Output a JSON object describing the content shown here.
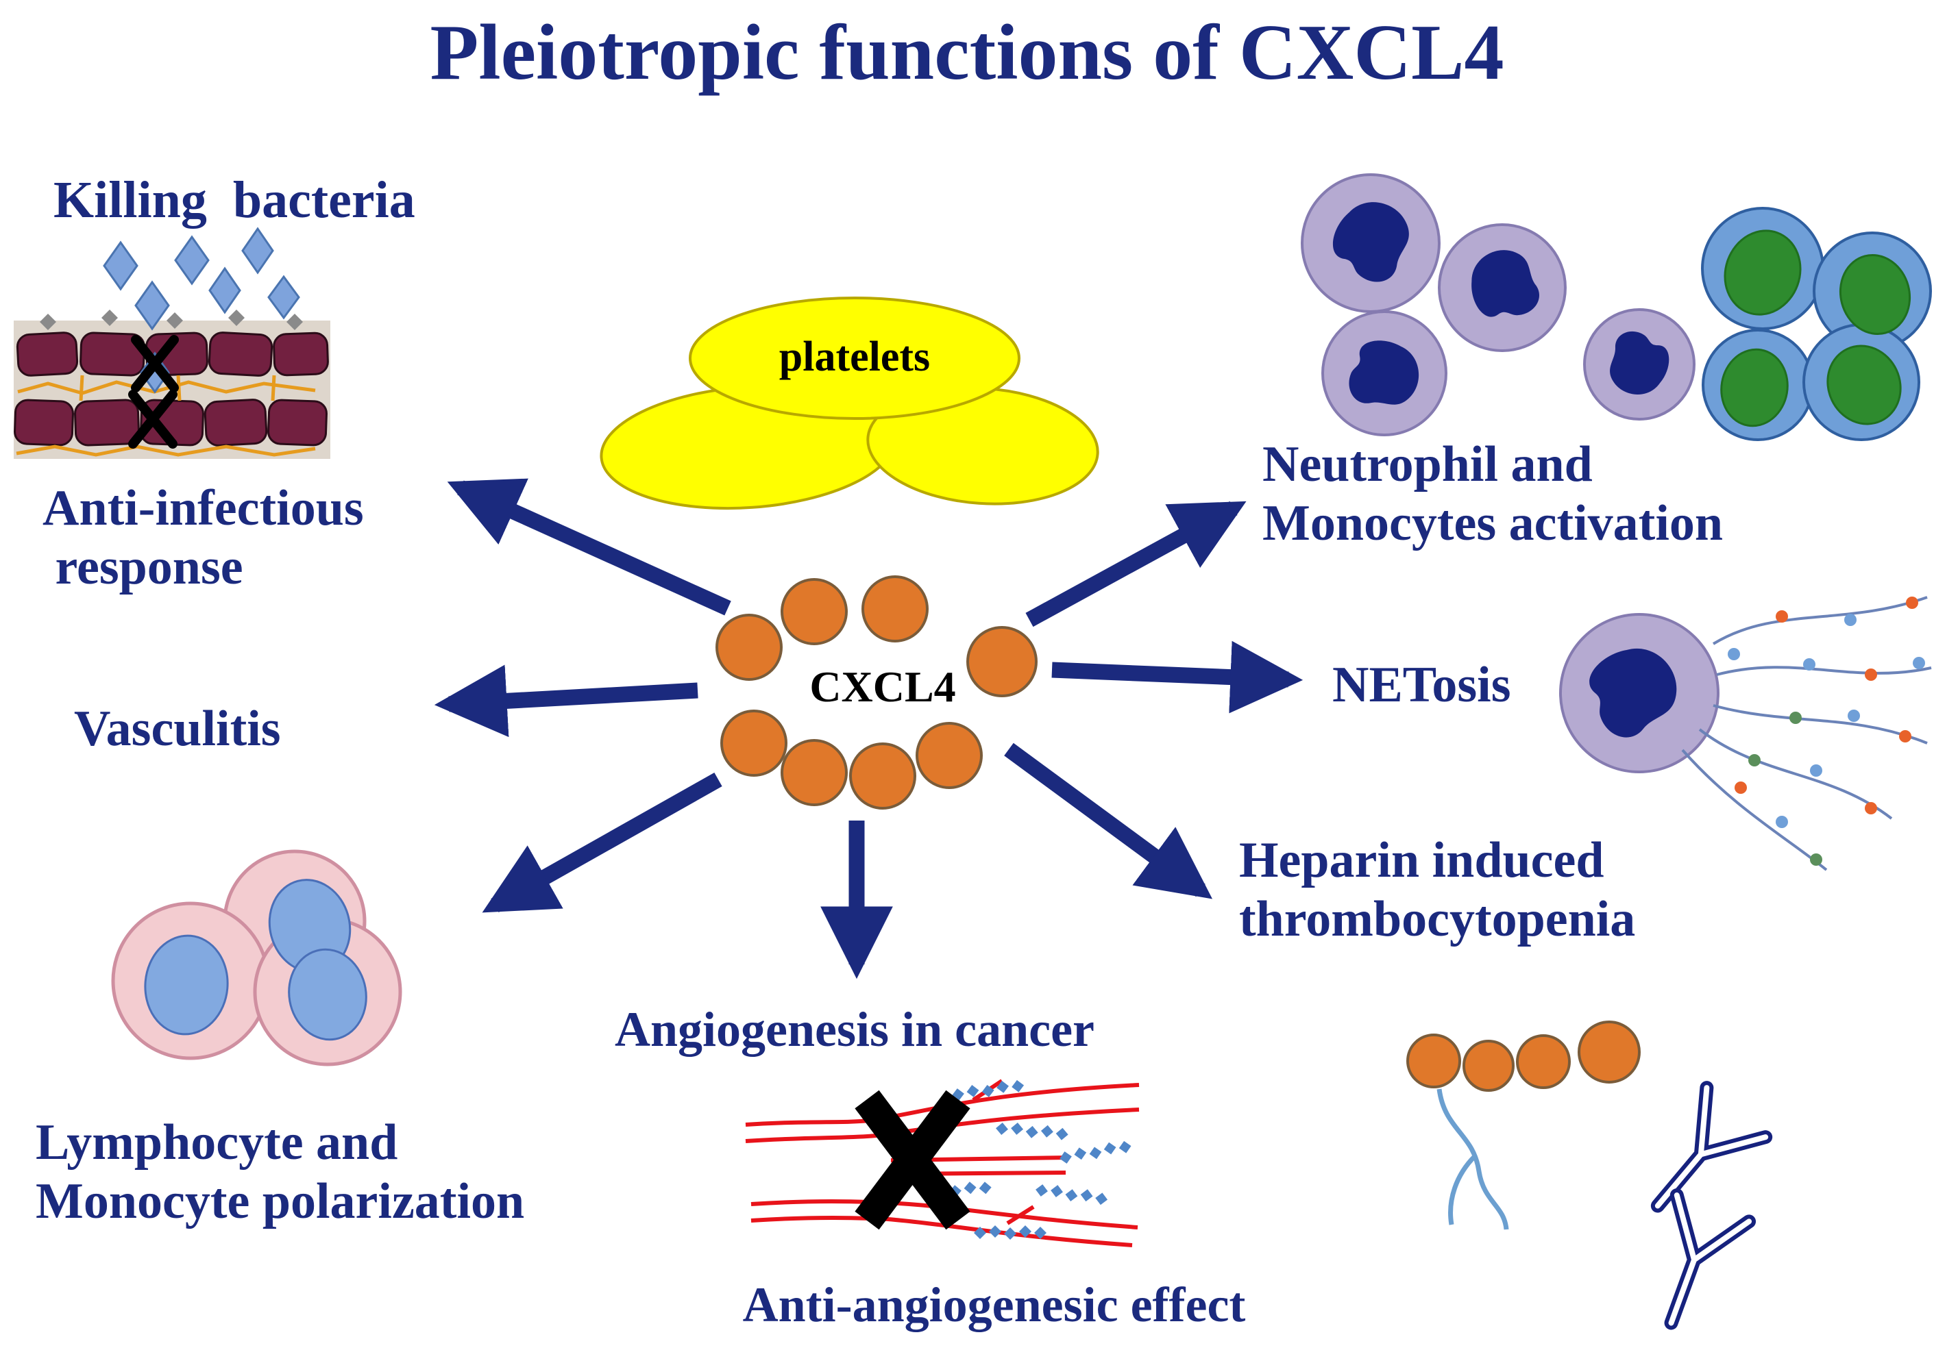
{
  "title": "Pleiotropic functions of CXCL4",
  "center": {
    "platelets": "platelets",
    "cxcl4": "CXCL4"
  },
  "functions": {
    "killing_bacteria": "Killing  bacteria",
    "anti_infectious": "Anti-infectious\n response",
    "vasculitis": "Vasculitis",
    "lymphocyte_polarization": "Lymphocyte and\nMonocyte polarization",
    "angiogenesis": "Angiogenesis in cancer",
    "anti_angiogenesic": "Anti-angiogenesic effect",
    "neutrophil_activation": "Neutrophil and\nMonocytes activation",
    "netosis": "NETosis",
    "heparin_thrombocytopenia": "Heparin induced\nthrombocytopenia"
  },
  "illustrations": {
    "top_left": "infected-tissue-with-killed-bacteria-illustration",
    "top_right": "neutrophil-and-monocyte-cells-illustration",
    "middle_right": "netosis-cell-with-net-strands-illustration",
    "bottom_left": "lymphocyte-monocyte-cells-illustration",
    "bottom_center": "blocked-tumor-vessels-illustration",
    "bottom_right": "cxcl4-heparin-antibody-complex-illustration",
    "center_top": "platelets-illustration",
    "center": "cxcl4-molecules-illustration"
  },
  "colors": {
    "navy": "#1b2a7e",
    "label_text": "#1b2a7e",
    "platelet_yellow": "#ffff00",
    "platelet_border": "#b8a800",
    "cxcl4_orange": "#e0782a",
    "cxcl4_border": "#7a5c3a",
    "purple_cell": "#b5aad1",
    "purple_cell_border": "#857bb0",
    "dark_nucleus_blue": "#16227e",
    "blue_cell": "#6f9fd8",
    "blue_cell_border": "#2f5fa0",
    "green_nucleus": "#2e8b2e",
    "pink_cell": "#f3ccd0",
    "pink_cell_border": "#cf8fa0",
    "pink_cell_nucleus": "#82a9e0",
    "vessel_red": "#e8131a",
    "diamond_blue": "#7ea3dc",
    "net_strand_blue": "#6b83b8",
    "granule_orange": "#e8622a",
    "granule_green": "#5b8f5b",
    "bead_blue": "#4f86c8",
    "tissue_maroon": "#722040",
    "tissue_line_orange": "#e69b1e",
    "black": "#000000"
  }
}
